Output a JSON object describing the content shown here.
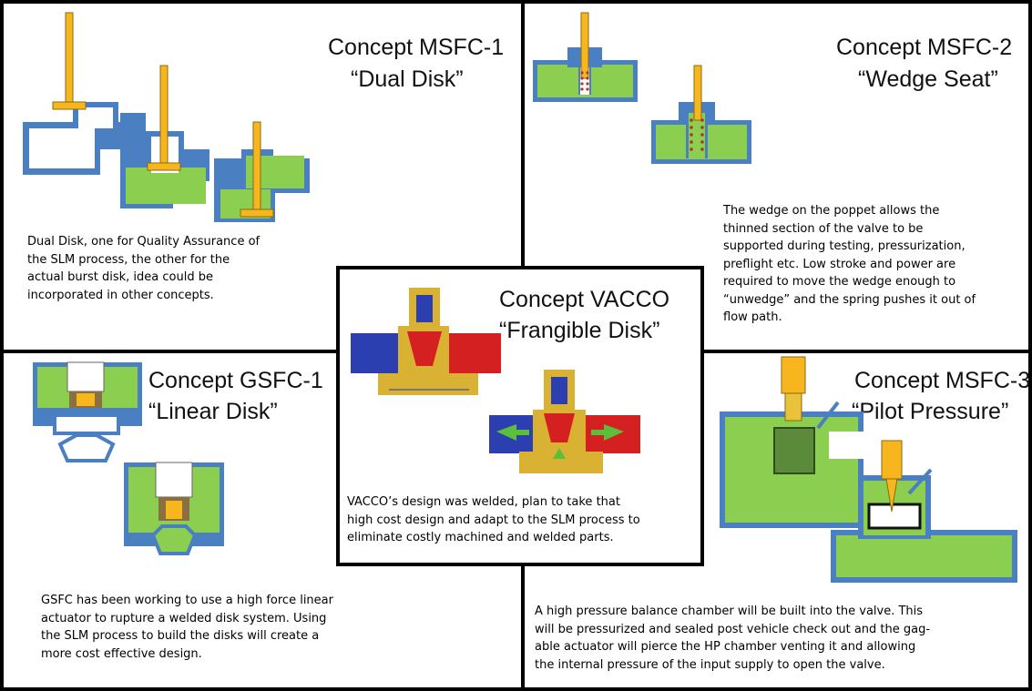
{
  "panels": {
    "msfc1": {
      "title": "Concept MSFC-1",
      "subtitle": "“Dual Disk”",
      "description": [
        "Dual Disk, one for Quality Assurance of",
        "the SLM process, the other for the",
        "actual burst disk, idea could be",
        "incorporated in other concepts."
      ]
    },
    "msfc2": {
      "title": "Concept MSFC-2",
      "subtitle": "“Wedge Seat”",
      "description": [
        "The wedge on the poppet allows the",
        "thinned section of the valve to be",
        "supported during testing, pressurization,",
        "preflight etc. Low stroke and power are",
        "required to move the wedge enough to",
        "“unwedge” and the spring pushes it out of",
        "flow path."
      ]
    },
    "vacco": {
      "title": "Concept VACCO",
      "subtitle": "“Frangible Disk”",
      "description": [
        "VACCO’s design was welded, plan to take that",
        "high cost design and adapt to the SLM process to",
        "eliminate costly machined and welded parts."
      ]
    },
    "gsfc1": {
      "title": "Concept GSFC-1",
      "subtitle": "“Linear Disk”",
      "description": [
        "GSFC has been working to use a high force linear",
        "actuator to rupture a welded disk system. Using",
        "the SLM process to build the disks will create a",
        "more cost effective design."
      ]
    },
    "msfc3": {
      "title": "Concept MSFC-3",
      "subtitle": "“Pilot Pressure”",
      "description": [
        "A high pressure balance chamber will be built into the valve. This",
        "will be pressurized and sealed post vehicle check out and the gag-",
        "able actuator will pierce the HP chamber venting it and allowing",
        "the internal pressure of the input supply to open the valve."
      ]
    }
  },
  "colors": {
    "border": "#000000",
    "valve_wall": "#4a7fc1",
    "fluid": "#8ccf50",
    "poppet": "#f7b51e",
    "vacco_body": "#d9b233",
    "vacco_red": "#d42020",
    "vacco_blue": "#2b3fb0",
    "spring": "#b0322a"
  }
}
